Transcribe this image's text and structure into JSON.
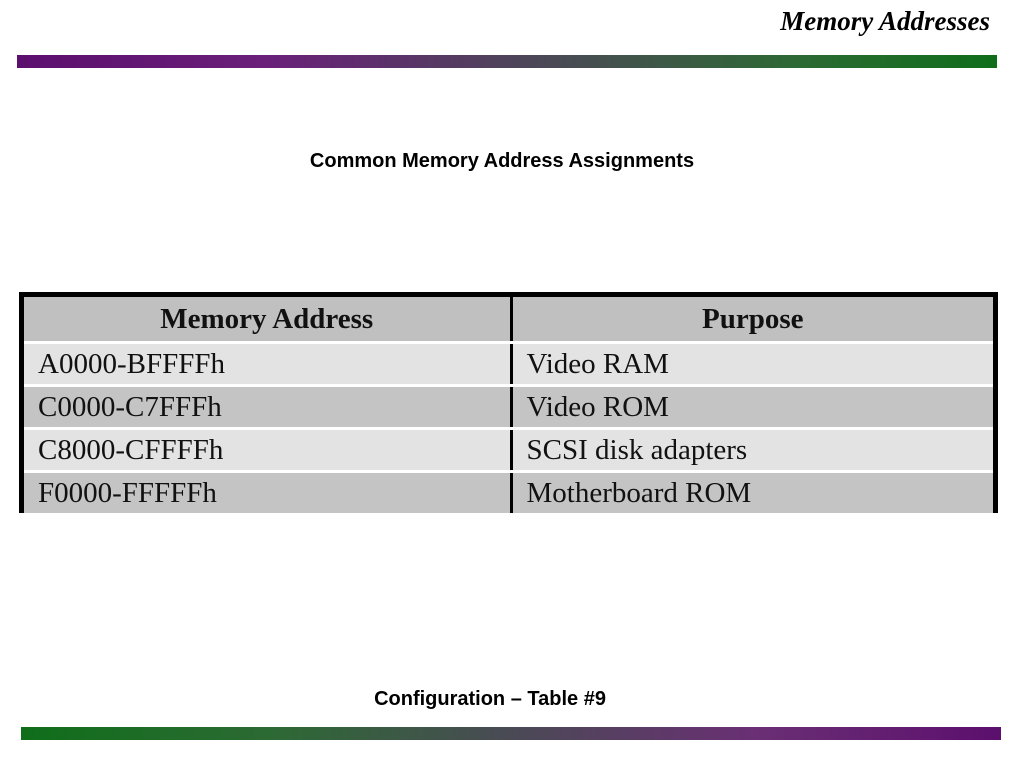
{
  "slide": {
    "title": "Memory Addresses",
    "subtitle": "Common Memory Address Assignments",
    "caption": "Configuration – Table #9"
  },
  "table": {
    "headers": [
      "Memory Address",
      "Purpose"
    ],
    "rows": [
      [
        "A0000-BFFFFh",
        "Video RAM"
      ],
      [
        "C0000-C7FFFh",
        "Video ROM"
      ],
      [
        "C8000-CFFFFh",
        "SCSI disk adapters"
      ],
      [
        "F0000-FFFFFh",
        "Motherboard ROM"
      ]
    ]
  },
  "colors": {
    "accent_purple": "#5c0f6e",
    "accent_green": "#0f6e1a",
    "header_bg": "#c0c0c0",
    "row_light": "#e3e3e3",
    "row_dark": "#c4c4c4"
  }
}
